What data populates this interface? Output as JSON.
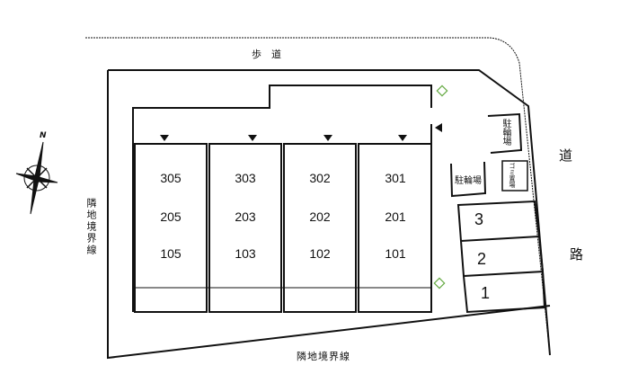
{
  "labels": {
    "sidewalk": "歩　道",
    "road": [
      "道",
      "路"
    ],
    "boundary_left": "隣地境界線",
    "boundary_bottom": "隣地境界線",
    "bike_parking_1": "駐輪場",
    "bike_parking_2": "駐輪場",
    "garbage": "ゴミ置場",
    "north": "N"
  },
  "units": [
    [
      "305",
      "205",
      "105"
    ],
    [
      "303",
      "203",
      "103"
    ],
    [
      "302",
      "202",
      "102"
    ],
    [
      "301",
      "201",
      "101"
    ]
  ],
  "parking": [
    "3",
    "2",
    "1"
  ]
}
